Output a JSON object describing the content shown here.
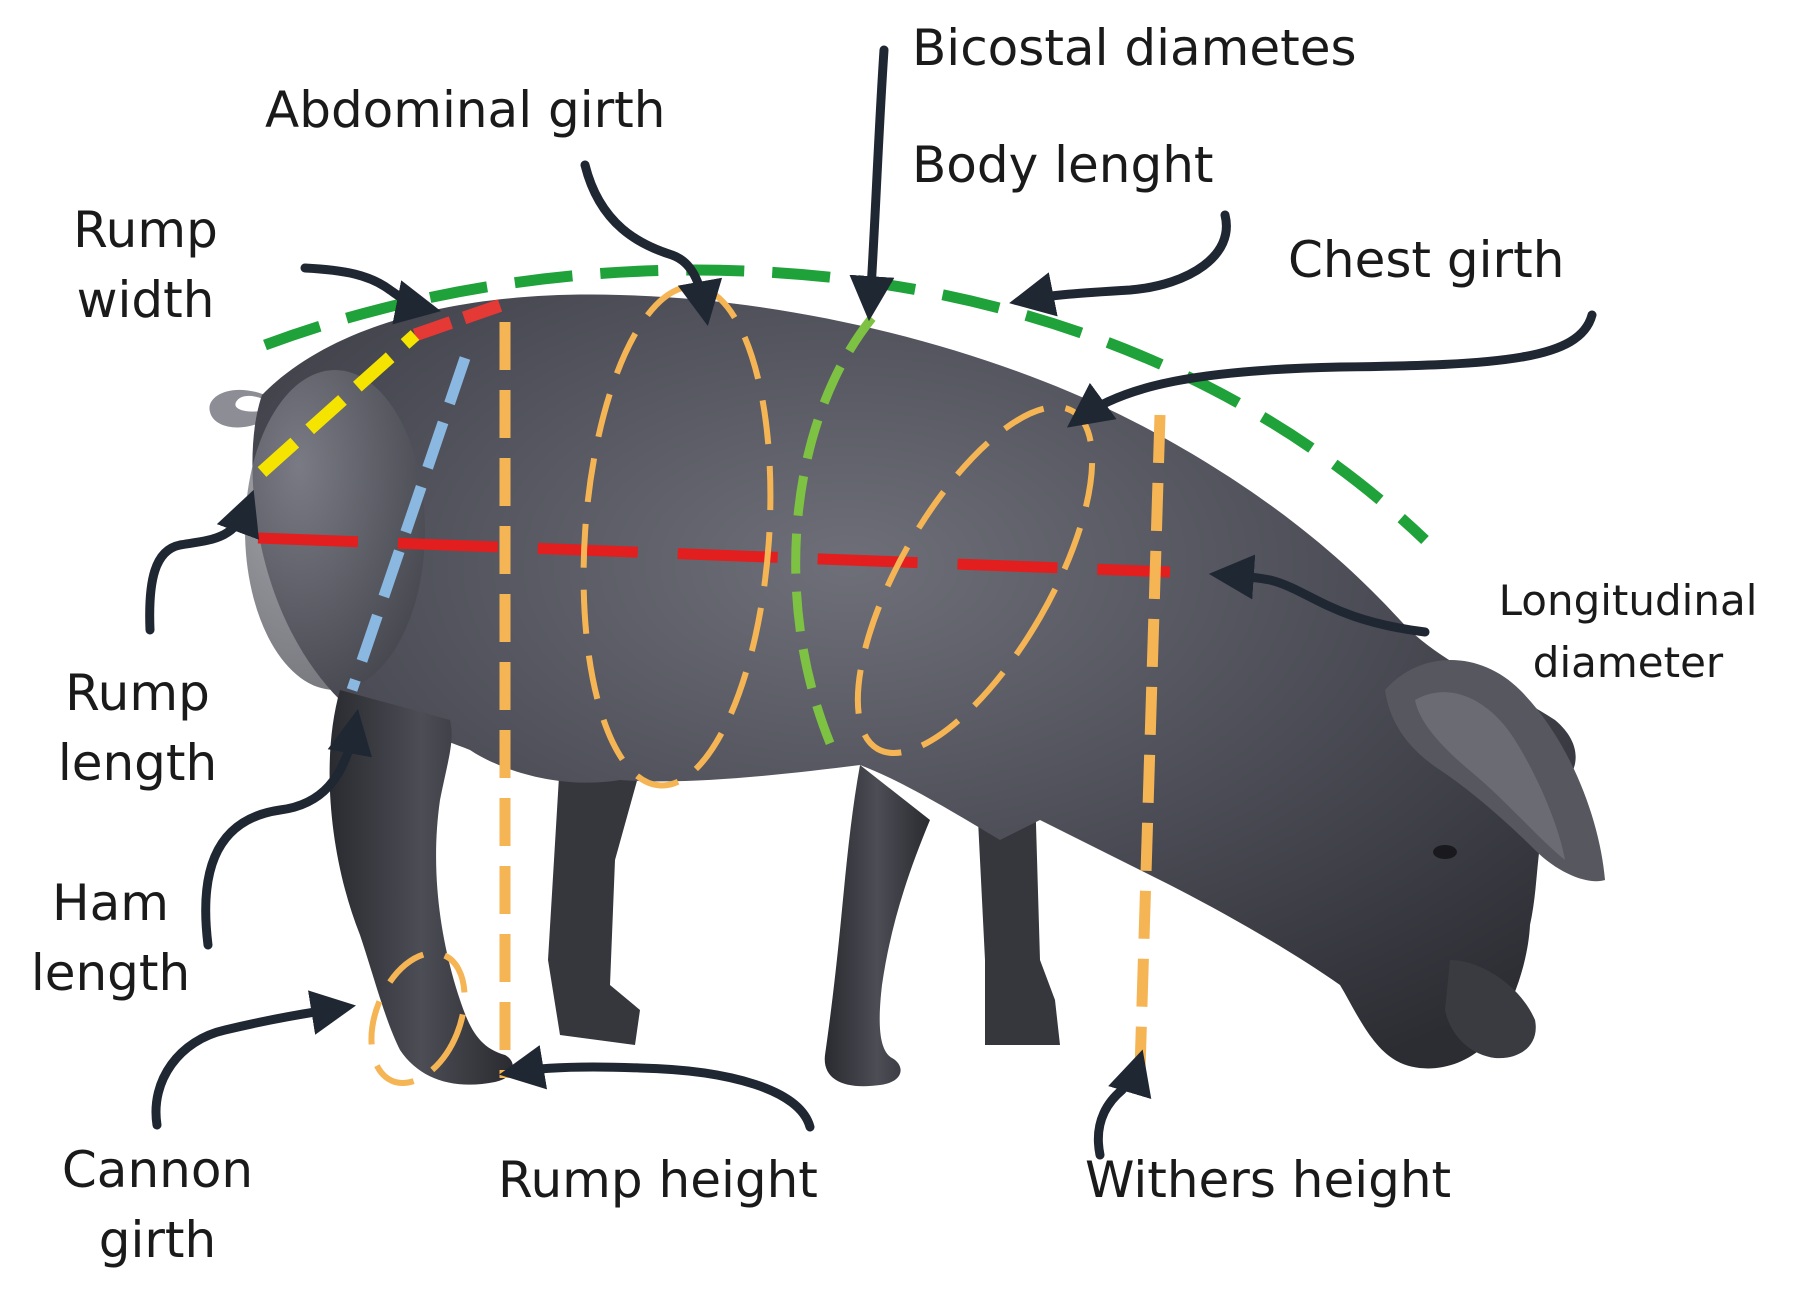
{
  "colors": {
    "pig_body": "#4a4a52",
    "arrow": "#1f2733",
    "body_length": "#1fa23a",
    "rump_width": "#e53935",
    "longitudinal_diameter": "#e31e1e",
    "rump_length": "#f5e400",
    "ham_length": "#8ab8e0",
    "girths_and_heights": "#f5b555",
    "bicostal_diameter": "#7dc242"
  },
  "labels": {
    "bicostal": "Bicostal diametes",
    "abdominal_girth": "Abdominal girth",
    "body_length": "Body lenght",
    "chest_girth": "Chest girth",
    "rump_width": [
      "Rump",
      "width"
    ],
    "longitudinal_diameter": [
      "Longitudinal",
      "diameter"
    ],
    "rump_length": [
      "Rump",
      "length"
    ],
    "ham_length": [
      "Ham",
      "length"
    ],
    "cannon_girth": [
      "Cannon",
      "girth"
    ],
    "rump_height": "Rump height",
    "withers_height": "Withers height"
  }
}
